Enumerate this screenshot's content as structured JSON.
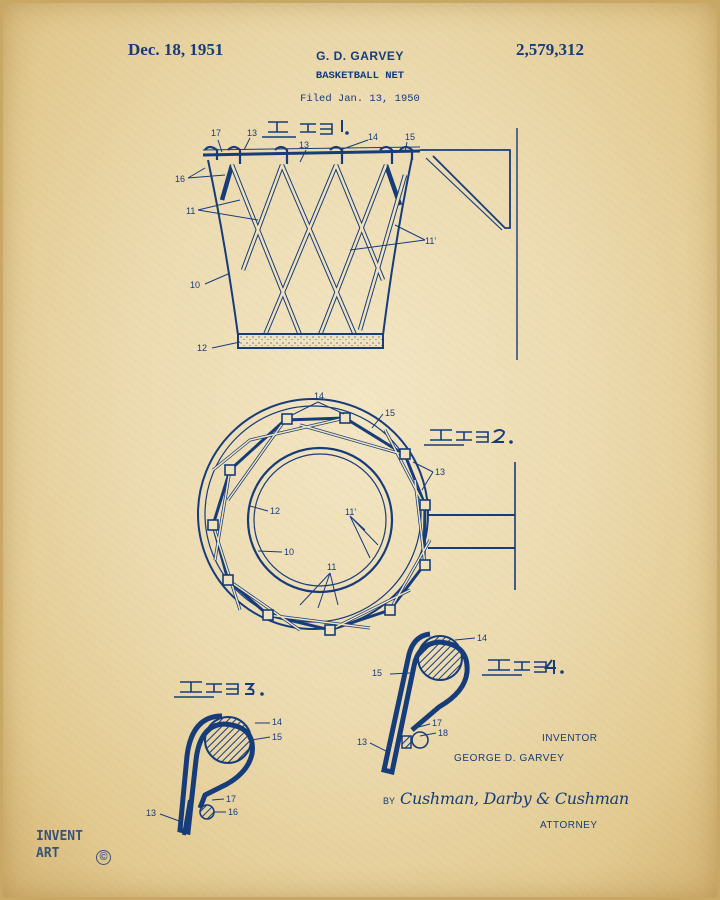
{
  "header": {
    "date": "Dec. 18, 1951",
    "inventor": "G. D. GARVEY",
    "title": "BASKETBALL NET",
    "filed": "Filed Jan. 13, 1950",
    "patent_number": "2,579,312"
  },
  "figures": [
    {
      "id": "fig1",
      "label": "Fig 1.",
      "reference_numerals": [
        "17",
        "13",
        "13",
        "14",
        "15",
        "16",
        "11",
        "11'",
        "10",
        "12"
      ]
    },
    {
      "id": "fig2",
      "label": "Fig 2.",
      "reference_numerals": [
        "14",
        "15",
        "13",
        "12",
        "11'",
        "10",
        "11"
      ]
    },
    {
      "id": "fig3",
      "label": "Fig 3.",
      "reference_numerals": [
        "14",
        "15",
        "17",
        "16",
        "13"
      ]
    },
    {
      "id": "fig4",
      "label": "Fig 4.",
      "reference_numerals": [
        "14",
        "15",
        "17",
        "18",
        "13"
      ]
    }
  ],
  "labels": {
    "f1_17": "17",
    "f1_13a": "13",
    "f1_13b": "13",
    "f1_14": "14",
    "f1_15": "15",
    "f1_16": "16",
    "f1_11": "11",
    "f1_11p": "11'",
    "f1_10": "10",
    "f1_12": "12",
    "f2_14": "14",
    "f2_15": "15",
    "f2_13": "13",
    "f2_12": "12",
    "f2_11p": "11'",
    "f2_10": "10",
    "f2_11": "11",
    "f3_14": "14",
    "f3_15": "15",
    "f3_17": "17",
    "f3_16": "16",
    "f3_13": "13",
    "f4_14": "14",
    "f4_15": "15",
    "f4_17": "17",
    "f4_18": "18",
    "f4_13": "13"
  },
  "signature": {
    "inventor_label": "INVENTOR",
    "inventor_name": "GEORGE D. GARVEY",
    "by": "BY",
    "attorney_signature": "Cushman, Darby & Cushman",
    "attorney_label": "ATTORNEY"
  },
  "watermark": {
    "line1": "INVENT",
    "line2": "ART",
    "copyright": "©"
  },
  "colors": {
    "ink": "#173c7a",
    "paper": "#ecdbb0",
    "paper_edge": "#d3b272"
  }
}
